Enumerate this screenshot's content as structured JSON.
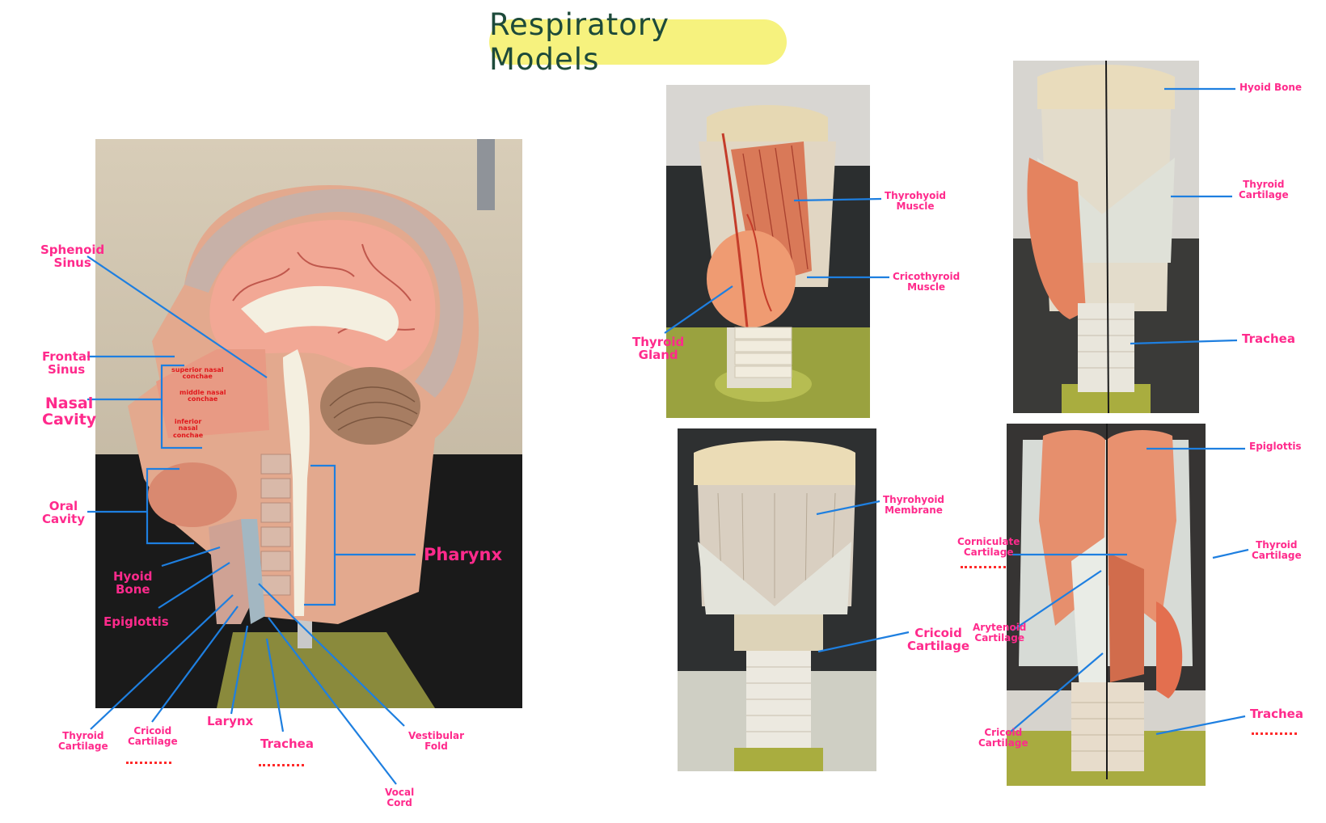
{
  "title": "Respiratory Models",
  "colors": {
    "title_bg": "#f6f27e",
    "title_text": "#1d4a3a",
    "label": "#ff2a8c",
    "leader_line": "#1e7fe0",
    "missing_marker": "#ff2a2a"
  },
  "head_model": {
    "labels": {
      "sphenoid_sinus": "Sphenoid\nSinus",
      "frontal_sinus": "Frontal\nSinus",
      "nasal_cavity": "Nasal\nCavity",
      "oral_cavity": "Oral\nCavity",
      "hyoid_bone": "Hyoid\nBone",
      "epiglottis": "Epiglottis",
      "pharynx": "Pharynx",
      "thyroid_cartilage": "Thyroid\nCartilage",
      "cricoid_cartilage": "Cricoid\nCartilage",
      "larynx": "Larynx",
      "trachea": "Trachea",
      "vocal_cord": "Vocal\nCord",
      "vestibular_fold": "Vestibular\nFold"
    },
    "conchae": {
      "superior": "superior nasal\nconchae",
      "middle": "middle nasal\nconchae",
      "inferior": "inferior\nnasal\nconchae"
    }
  },
  "larynx_lateral": {
    "labels": {
      "thyrohyoid_muscle": "Thyrohyoid\nMuscle",
      "cricothyroid_muscle": "Cricothyroid\nMuscle",
      "thyroid_gland": "Thyroid\nGland"
    }
  },
  "larynx_anterior_split": {
    "labels": {
      "hyoid_bone": "Hyoid Bone",
      "thyroid_cartilage": "Thyroid\nCartilage",
      "trachea": "Trachea"
    }
  },
  "larynx_anterior": {
    "labels": {
      "thyrohyoid_membrane": "Thyrohyoid\nMembrane",
      "cricoid_cartilage": "Cricoid\nCartilage"
    }
  },
  "larynx_posterior": {
    "labels": {
      "epiglottis": "Epiglottis",
      "corniculate_cartilage": "Corniculate\nCartilage",
      "thyroid_cartilage": "Thyroid\nCartilage",
      "arytenoid_cartilage": "Arytenoid\nCartilage",
      "cricoid_cartilage": "Cricoid\nCartilage",
      "trachea": "Trachea"
    }
  }
}
